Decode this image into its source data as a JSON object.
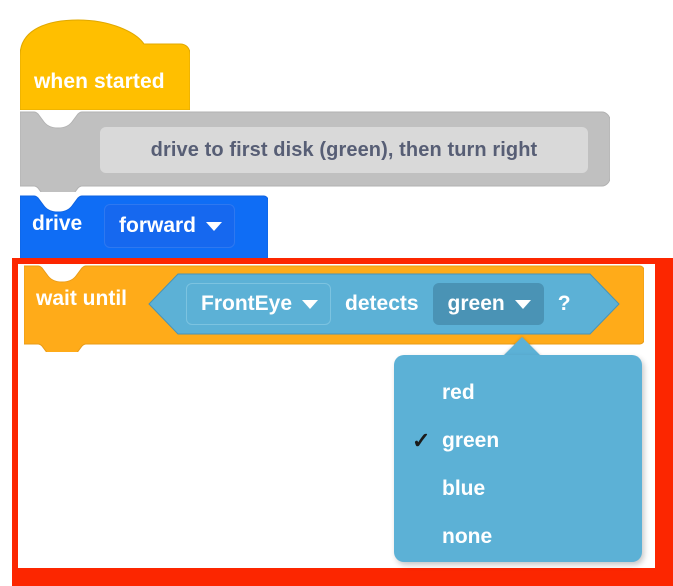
{
  "editor": {
    "background_color": "#ffffff",
    "highlight_color": "#fc2600"
  },
  "blocks": {
    "hat": {
      "label": "when started",
      "color": "#ffbf00",
      "text_color": "#ffffff"
    },
    "comment": {
      "text": "drive to first disk (green), then turn right",
      "block_color": "#c0c0c0",
      "bubble_color": "#d9d9d9",
      "text_color": "#575e75"
    },
    "drive": {
      "label": "drive",
      "dropdown_value": "forward",
      "color": "#0f6df5",
      "text_color": "#ffffff",
      "caret": "chevron-down-icon"
    },
    "wait_until": {
      "label": "wait until",
      "color": "#ffab19",
      "text_color": "#ffffff",
      "condition": {
        "sensor_value": "FrontEye",
        "operator_text": "detects",
        "color_value": "green",
        "question_mark": "?",
        "hex_color": "#5cb1d6",
        "field_dark_color": "#4a93b5"
      }
    }
  },
  "dropdown_menu": {
    "open": true,
    "background_color": "#5cb1d6",
    "selected": "green",
    "check_glyph": "✓",
    "items": [
      {
        "label": "red",
        "checked": false
      },
      {
        "label": "green",
        "checked": true
      },
      {
        "label": "blue",
        "checked": false
      },
      {
        "label": "none",
        "checked": false
      }
    ]
  }
}
